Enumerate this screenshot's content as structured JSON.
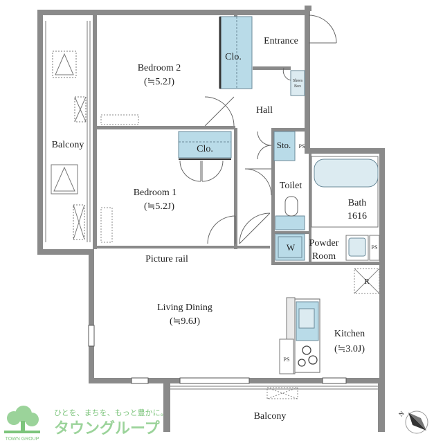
{
  "rooms": {
    "bedroom2": {
      "name": "Bedroom 2",
      "size": "(≒5.2J)"
    },
    "bedroom1": {
      "name": "Bedroom 1",
      "size": "(≒5.2J)"
    },
    "living": {
      "name": "Living Dining",
      "size": "(≒9.6J)"
    },
    "kitchen": {
      "name": "Kitchen",
      "size": "(≒3.0J)"
    },
    "bath": {
      "name": "Bath",
      "size": "1616"
    },
    "powder": {
      "line1": "Powder",
      "line2": "Room"
    },
    "entrance": "Entrance",
    "hall": "Hall",
    "toilet": "Toilet",
    "storage": "Sto.",
    "closet_top": "Clo.",
    "closet_mid": "Clo.",
    "shoes_box_line1": "Shoes",
    "shoes_box_line2": "Box",
    "balcony_left": "Balcony",
    "balcony_bottom": "Balcony",
    "picture_rail": "Picture rail",
    "ps_1": "PS",
    "ps_2": "PS",
    "ps_3": "PS",
    "refrigerator": "R",
    "washer": "W"
  },
  "compass": {
    "label": "N"
  },
  "logo": {
    "tagline": "ひとを、まちを、もっと豊かに。",
    "name_jp": "タウングループ",
    "name_en": "TOWN GROUP"
  },
  "colors": {
    "wall": "#8a8a8a",
    "fixture_blue": "#b9dbe8",
    "logo_green": "#9bd39a",
    "logo_text": "#7cc47b"
  }
}
